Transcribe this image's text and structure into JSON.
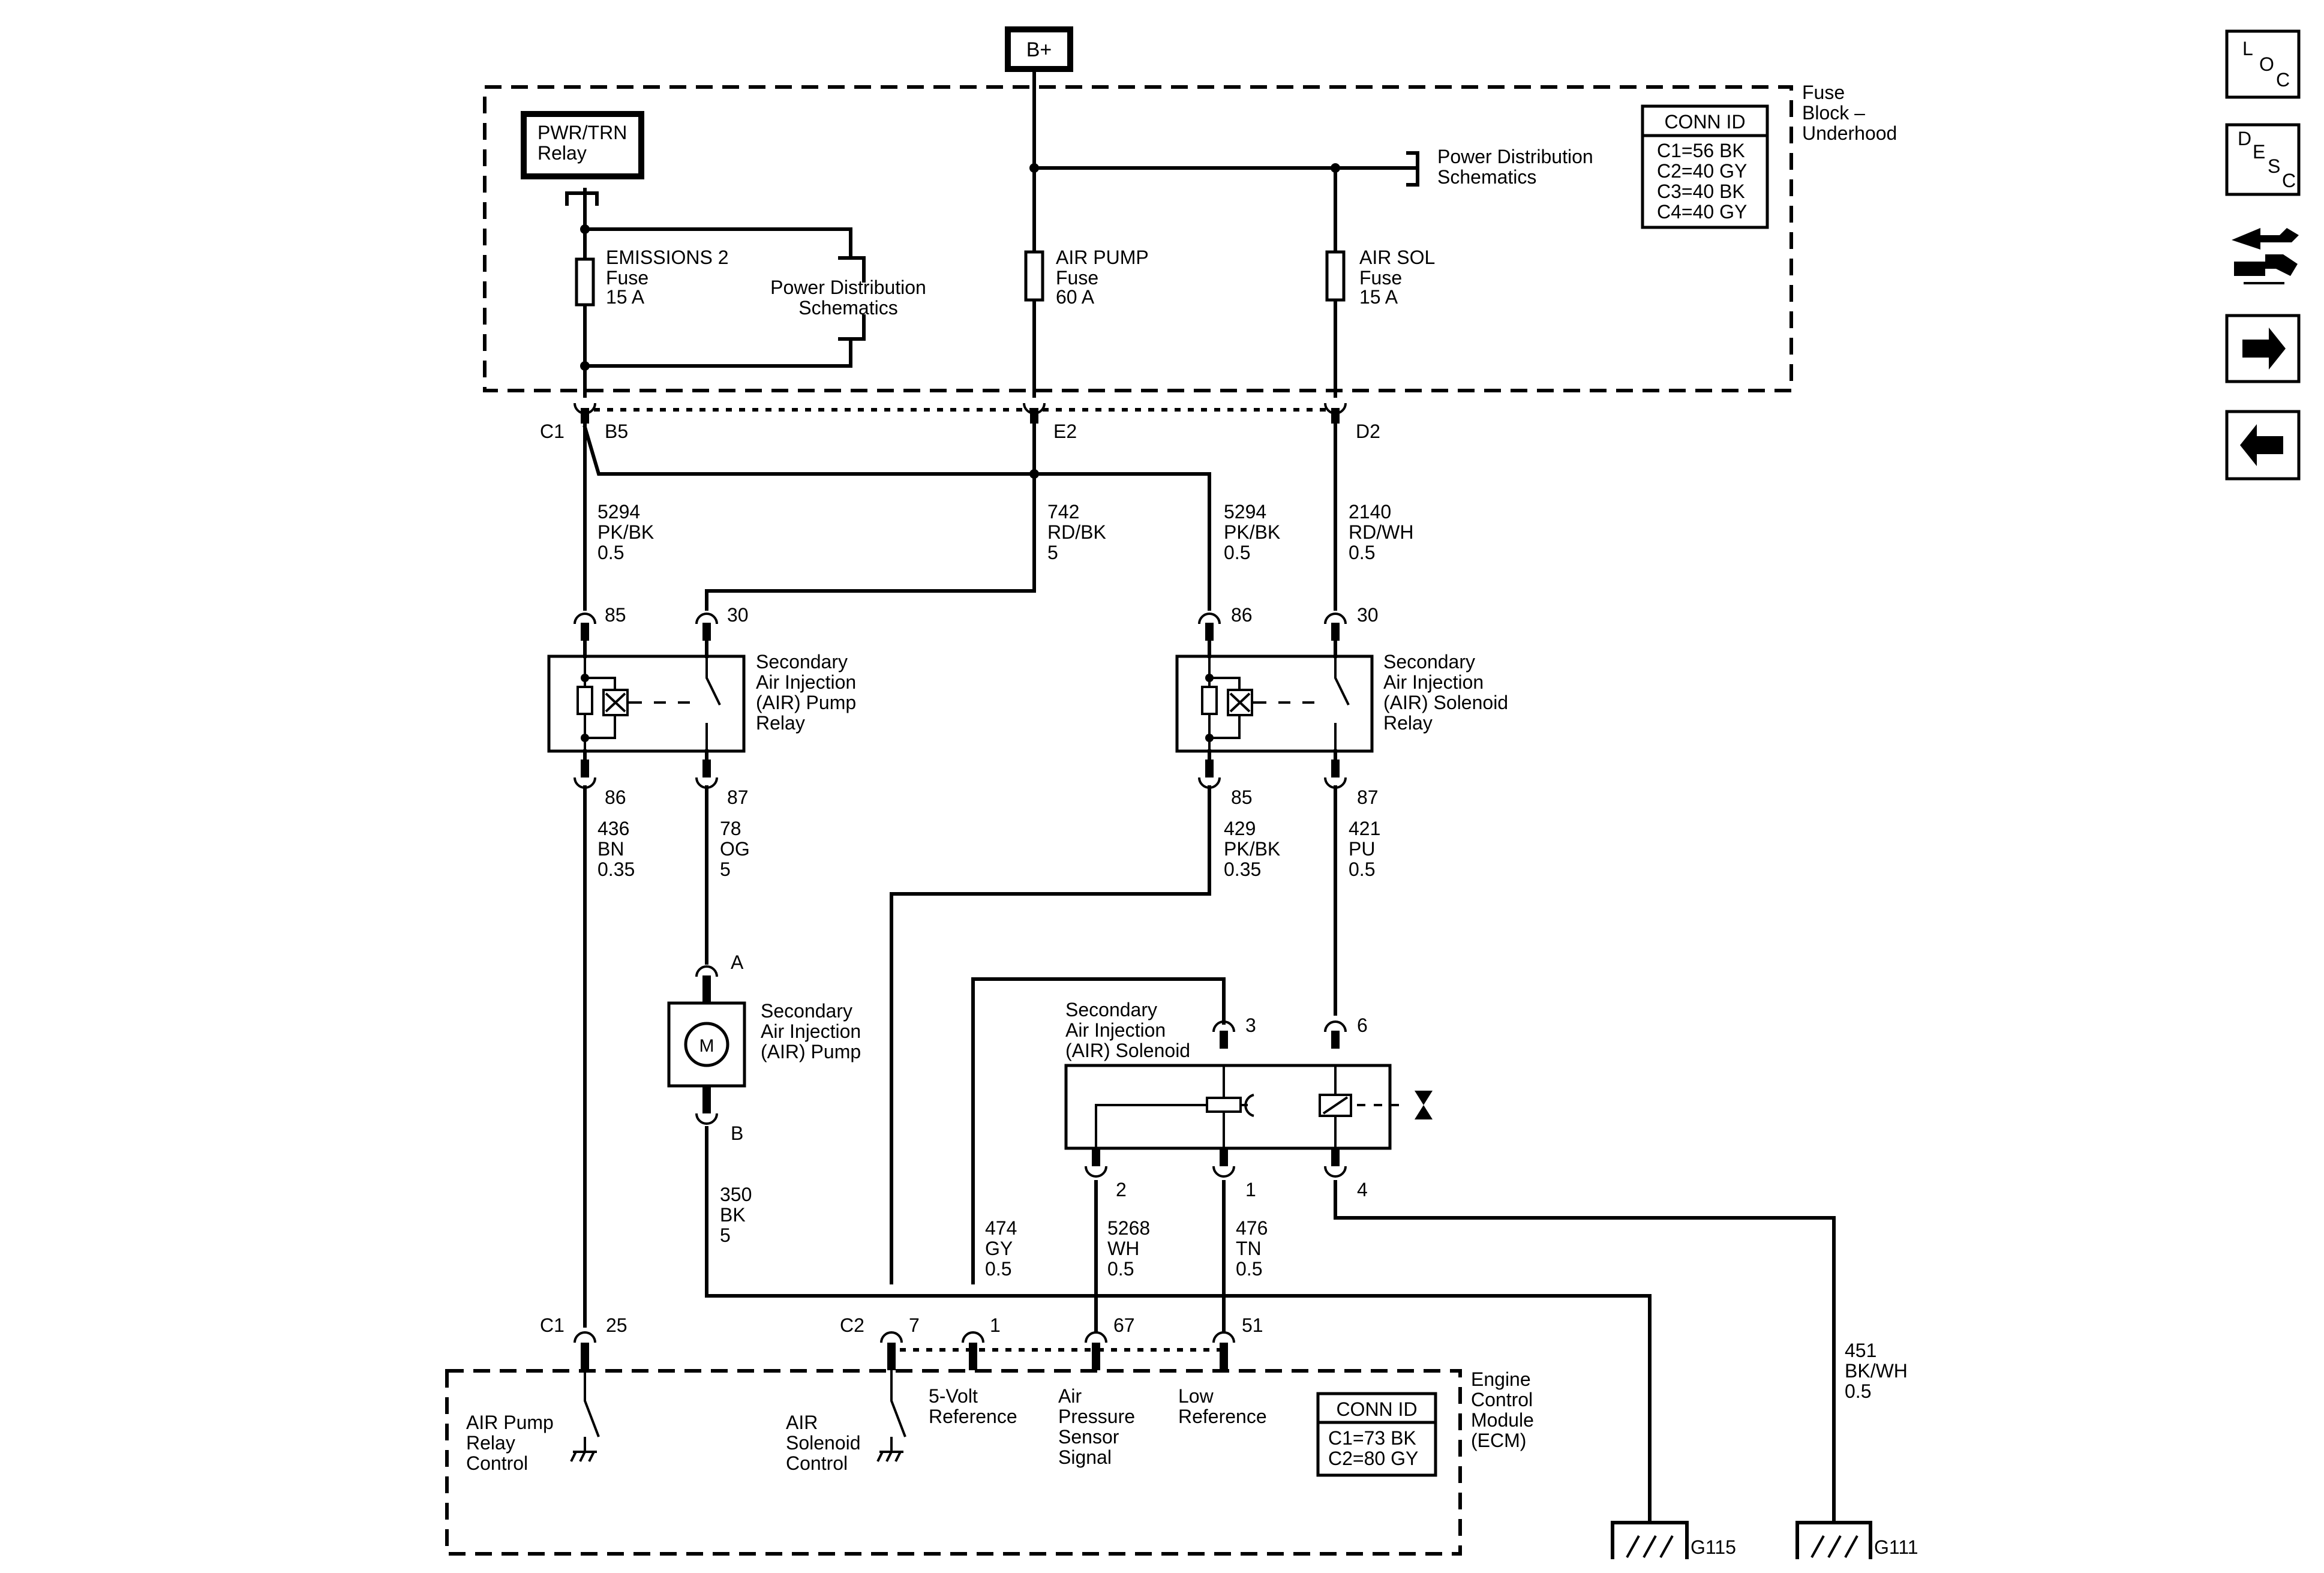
{
  "battery_label": "B+",
  "fuse_block": {
    "name_lines": [
      "Fuse",
      "Block –",
      "Underhood"
    ],
    "conn_title": "CONN ID",
    "conn_ids": [
      "C1=56 BK",
      "C2=40 GY",
      "C3=40 BK",
      "C4=40 GY"
    ],
    "relay_lines": [
      "PWR/TRN",
      "Relay"
    ],
    "fuses": [
      {
        "lines": [
          "EMISSIONS 2",
          "Fuse",
          "15 A"
        ]
      },
      {
        "lines": [
          "AIR PUMP",
          "Fuse",
          "60 A"
        ]
      },
      {
        "lines": [
          "AIR SOL",
          "Fuse",
          "15 A"
        ]
      }
    ],
    "pds_inner_lines": [
      "Power Distribution",
      "Schematics"
    ],
    "pds_right_lines": [
      "Power Distribution",
      "Schematics"
    ]
  },
  "connectors": {
    "c1": "C1",
    "b5": "B5",
    "e2": "E2",
    "d2": "D2",
    "p85a": "85",
    "p30a": "30",
    "p86a": "86",
    "p87a": "87",
    "p86b": "86",
    "p30b": "30",
    "p85b": "85",
    "p87b": "87",
    "pA": "A",
    "pB": "B",
    "p3": "3",
    "p6": "6",
    "p2": "2",
    "p1": "1",
    "p4": "4",
    "c1b": "C1",
    "p25": "25",
    "c2": "C2",
    "p7": "7",
    "p1e": "1",
    "p67": "67",
    "p51": "51"
  },
  "wires": {
    "w5294a": [
      "5294",
      "PK/BK",
      "0.5"
    ],
    "w742": [
      "742",
      "RD/BK",
      "5"
    ],
    "w5294b": [
      "5294",
      "PK/BK",
      "0.5"
    ],
    "w2140": [
      "2140",
      "RD/WH",
      "0.5"
    ],
    "w436": [
      "436",
      "BN",
      "0.35"
    ],
    "w78": [
      "78",
      "OG",
      "5"
    ],
    "w429": [
      "429",
      "PK/BK",
      "0.35"
    ],
    "w421": [
      "421",
      "PU",
      "0.5"
    ],
    "w350": [
      "350",
      "BK",
      "5"
    ],
    "w474": [
      "474",
      "GY",
      "0.5"
    ],
    "w5268": [
      "5268",
      "WH",
      "0.5"
    ],
    "w476": [
      "476",
      "TN",
      "0.5"
    ],
    "w451": [
      "451",
      "BK/WH",
      "0.5"
    ]
  },
  "components": {
    "pump_relay": [
      "Secondary",
      "Air Injection",
      "(AIR) Pump",
      "Relay"
    ],
    "sol_relay": [
      "Secondary",
      "Air Injection",
      "(AIR) Solenoid",
      "Relay"
    ],
    "pump": [
      "Secondary",
      "Air Injection",
      "(AIR) Pump"
    ],
    "motor_symbol": "M",
    "solenoid": [
      "Secondary",
      "Air Injection",
      "(AIR) Solenoid"
    ]
  },
  "ecm": {
    "name_lines": [
      "Engine",
      "Control",
      "Module",
      "(ECM)"
    ],
    "conn_title": "CONN ID",
    "conn_ids": [
      "C1=73 BK",
      "C2=80 GY"
    ],
    "air_pump_relay_control": [
      "AIR Pump",
      "Relay",
      "Control"
    ],
    "air_solenoid_control": [
      "AIR",
      "Solenoid",
      "Control"
    ],
    "five_volt_reference": [
      "5-Volt",
      "Reference"
    ],
    "air_pressure_sensor_signal": [
      "Air",
      "Pressure",
      "Sensor",
      "Signal"
    ],
    "low_reference": [
      "Low",
      "Reference"
    ]
  },
  "grounds": {
    "g115": "G115",
    "g111": "G111"
  },
  "sidebar": {
    "loc_letters": [
      "L",
      "O",
      "C"
    ],
    "desc_letters": [
      "D",
      "E",
      "S",
      "C"
    ]
  }
}
